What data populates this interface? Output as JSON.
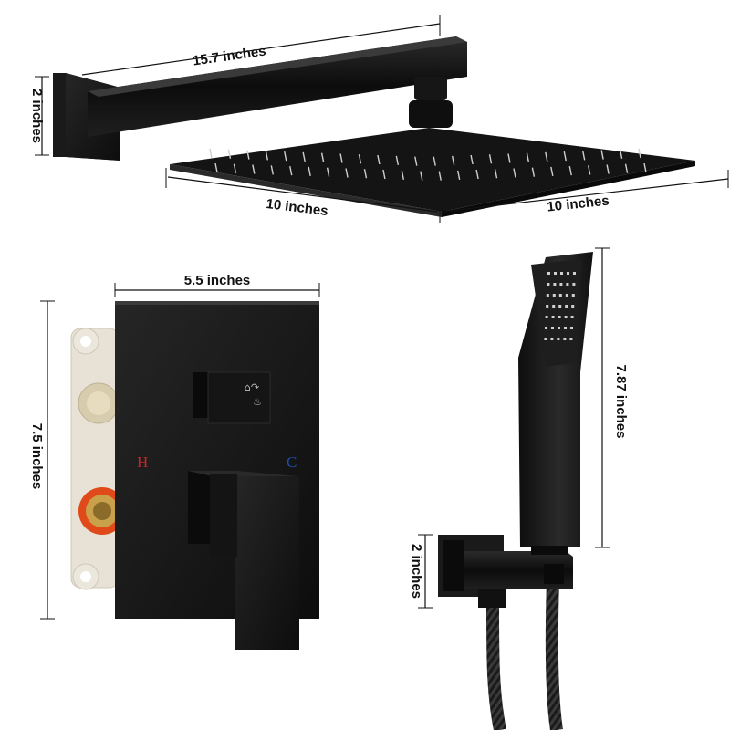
{
  "dimensions": {
    "arm_length": "15.7 inches",
    "flange_height": "2 inches",
    "head_left_width": "10 inches",
    "head_right_width": "10 inches",
    "valve_plate_width": "5.5 inches",
    "valve_plate_height": "7.5 inches",
    "handshower_length": "7.87 inches",
    "holder_height": "2 inches"
  },
  "valve_labels": {
    "hot": "H",
    "cold": "C"
  },
  "colors": {
    "finish": "#141414",
    "hot": "#c62828",
    "cold": "#1e4fa8",
    "rough_in": "#e8e2d6",
    "brass_port": "#c9a14a",
    "seal_ring": "#e04a1a"
  }
}
